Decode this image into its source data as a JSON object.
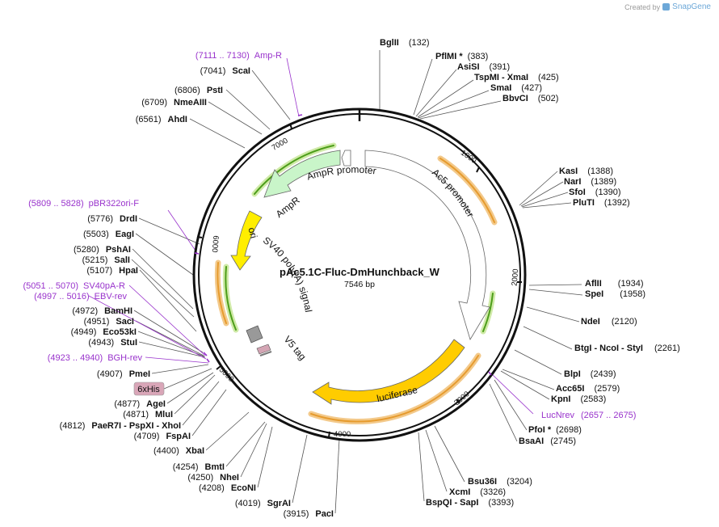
{
  "branding": {
    "created_by": "Created by",
    "name": "SnapGene"
  },
  "plasmid": {
    "name": "pAc5.1C-Fluc-DmHunchback_W",
    "size_label": "7546 bp",
    "total_bp": 7546
  },
  "colors": {
    "backbone": "#111111",
    "site_line": "#555555",
    "feature_label": "#9933cc",
    "orange_arc": "#e69b2e",
    "green_arc": "#4d9e1a",
    "promoter_fill": "#ffffff",
    "ampr_fill": "#c9f5c9",
    "ori_fill": "#ffee00",
    "luciferase_fill": "#ffcc00",
    "polyA_fill": "#999999",
    "v5_fill": "#d4a5b4",
    "his_fill": "#d9a6b8"
  },
  "tick_labels": [
    "1000",
    "2000",
    "3000",
    "4000",
    "5000",
    "6000",
    "7000"
  ],
  "features": [
    {
      "id": "ampr",
      "label": "AmpR"
    },
    {
      "id": "ampr-promoter",
      "label": "AmpR promoter"
    },
    {
      "id": "ac5-promoter",
      "label": "Ac5 promoter"
    },
    {
      "id": "luciferase",
      "label": "luciferase"
    },
    {
      "id": "ori",
      "label": "ori"
    },
    {
      "id": "sv40-polya",
      "label": "SV40 poly(A) signal"
    },
    {
      "id": "v5-tag",
      "label": "V5 tag"
    },
    {
      "id": "his-tag",
      "label": "6xHis"
    }
  ],
  "right_sites": [
    {
      "name": "BglII",
      "pos": "(132)"
    },
    {
      "name": "PflMI *",
      "pos": "(383)"
    },
    {
      "name": "AsiSI",
      "pos": "(391)"
    },
    {
      "name": "TspMI  - XmaI",
      "pos": "(425)"
    },
    {
      "name": "SmaI",
      "pos": "(427)"
    },
    {
      "name": "BbvCI",
      "pos": "(502)"
    },
    {
      "name": "KasI",
      "pos": "(1388)"
    },
    {
      "name": "NarI",
      "pos": "(1389)"
    },
    {
      "name": "SfoI",
      "pos": "(1390)"
    },
    {
      "name": "PluTI",
      "pos": "(1392)"
    },
    {
      "name": "AflII",
      "pos": "(1934)"
    },
    {
      "name": "SpeI",
      "pos": "(1958)"
    },
    {
      "name": "NdeI",
      "pos": "(2120)"
    },
    {
      "name": "BtgI  - NcoI  - StyI",
      "pos": "(2261)"
    },
    {
      "name": "BlpI",
      "pos": "(2439)"
    },
    {
      "name": "Acc65I",
      "pos": "(2579)"
    },
    {
      "name": "KpnI",
      "pos": "(2583)"
    },
    {
      "name": "PfoI *",
      "pos": "(2698)"
    },
    {
      "name": "BsaAI",
      "pos": "(2745)"
    },
    {
      "name": "Bsu36I",
      "pos": "(3204)"
    },
    {
      "name": "XcmI",
      "pos": "(3326)"
    },
    {
      "name": "BspQI  - SapI",
      "pos": "(3393)"
    }
  ],
  "left_sites": [
    {
      "name": "ScaI",
      "pos": "(7041)"
    },
    {
      "name": "PstI",
      "pos": "(6806)"
    },
    {
      "name": "NmeAIII",
      "pos": "(6709)"
    },
    {
      "name": "AhdI",
      "pos": "(6561)"
    },
    {
      "name": "DrdI",
      "pos": "(5776)"
    },
    {
      "name": "EagI",
      "pos": "(5503)"
    },
    {
      "name": "PshAI",
      "pos": "(5280)"
    },
    {
      "name": "SalI",
      "pos": "(5215)"
    },
    {
      "name": "HpaI",
      "pos": "(5107)"
    },
    {
      "name": "BamHI",
      "pos": "(4972)"
    },
    {
      "name": "SacI",
      "pos": "(4951)"
    },
    {
      "name": "Eco53kI",
      "pos": "(4949)"
    },
    {
      "name": "StuI",
      "pos": "(4943)"
    },
    {
      "name": "PmeI",
      "pos": "(4907)"
    },
    {
      "name": "AgeI",
      "pos": "(4877)"
    },
    {
      "name": "MluI",
      "pos": "(4871)"
    },
    {
      "name": "PaeR7I  - PspXI  - XhoI",
      "pos": "(4812)"
    },
    {
      "name": "FspAI",
      "pos": "(4709)"
    },
    {
      "name": "XbaI",
      "pos": "(4400)"
    },
    {
      "name": "BmtI",
      "pos": "(4254)"
    },
    {
      "name": "NheI",
      "pos": "(4250)"
    },
    {
      "name": "EcoNI",
      "pos": "(4208)"
    },
    {
      "name": "SgrAI",
      "pos": "(4019)"
    },
    {
      "name": "PacI",
      "pos": "(3915)"
    }
  ],
  "primer_labels": [
    {
      "name": "Amp-R",
      "range": "(7111 .. 7130)"
    },
    {
      "name": "pBR322ori-F",
      "range": "(5809 .. 5828)"
    },
    {
      "name": "SV40pA-R",
      "range": "(5051 .. 5070)"
    },
    {
      "name": "EBV-rev",
      "range": "(4997 .. 5016)"
    },
    {
      "name": "BGH-rev",
      "range": "(4923 .. 4940)"
    },
    {
      "name": "LucNrev",
      "range": "(2657 .. 2675)"
    }
  ]
}
